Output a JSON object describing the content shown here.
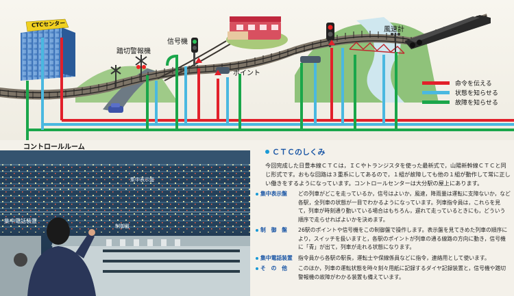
{
  "diagram": {
    "ctc_sign": "CTCセンター",
    "labels": {
      "crossing_alarm": "踏切警報機",
      "signal": "信号機",
      "point": "ポイント",
      "anemometer": "風速計"
    },
    "legend": [
      {
        "label": "命令を伝える",
        "color": "#e2202a"
      },
      {
        "label": "状態を知らせる",
        "color": "#4ab8e0"
      },
      {
        "label": "故障を知らせる",
        "color": "#1aa64a"
      }
    ]
  },
  "photo": {
    "title": "コントロールルーム",
    "panel_labels": {
      "display": "集中表示盤",
      "phone": "集中電話装置",
      "control": "制御盤"
    }
  },
  "article": {
    "title": "ＣＴＣのしくみ",
    "intro": "今回完成した日豊本線ＣＴＣは，ＩＣやトランジスタを使った最新式で，山陽新幹線ＣＴＣと同じ形式です。おもな回路は３重系にしてあるので，１組が故障しても他の１組が動作して常に正しい働きをするようになっています。コントロールセンターは大分駅の屋上にあります。",
    "items": [
      {
        "label": "集中表示盤",
        "text": "どの列車がどこを走っているか，信号はよいか，風速，降雨量は運転に支障ないか，など各駅，全列車の状態が一目でわかるようになっています。列車指令員は，これらを見て，列車が時刻通り動いている場合はもちろん，遅れて走っているときにも，どういう順序で走らせればよいかを決めます。"
      },
      {
        "label": "制　御　盤",
        "text": "26駅のポイントや信号機をこの制御盤で操作します。表示盤を見てきめた列車の順序により，スイッチを扱いますと，各駅のポイントが列車の通る線路の方向に動き，信号機に「青」が出て，列車が走れる状態になります。"
      },
      {
        "label": "集中電話装置",
        "text": "指令員から各駅の駅長，運転士や保線係員などに指令，連絡用として使います。"
      },
      {
        "label": "そ　の　他",
        "text": "このほか，列車の運転状態を時々刻々用紙に記録するダイヤ記録装置と，信号機や踏切警報機の故障がわかる装置も備えています。"
      }
    ]
  }
}
